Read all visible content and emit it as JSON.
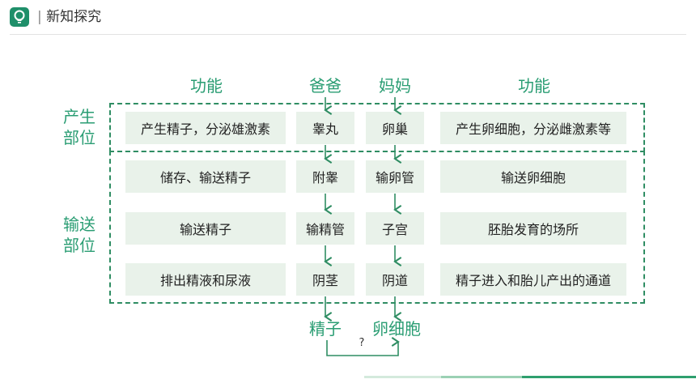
{
  "header": {
    "title": "新知探究",
    "icon": "lightbulb-icon"
  },
  "columns": {
    "left_function": "功能",
    "father": "爸爸",
    "mother": "妈妈",
    "right_function": "功能"
  },
  "sections": {
    "produce": "产生部位",
    "transport": "输送部位"
  },
  "rows": [
    {
      "male_function": "产生精子，分泌雄激素",
      "male_organ": "睾丸",
      "female_organ": "卵巢",
      "female_function": "产生卵细胞，分泌雌激素等"
    },
    {
      "male_function": "储存、输送精子",
      "male_organ": "附睾",
      "female_organ": "输卵管",
      "female_function": "输送卵细胞"
    },
    {
      "male_function": "输送精子",
      "male_organ": "输精管",
      "female_organ": "子宫",
      "female_function": "胚胎发育的场所"
    },
    {
      "male_function": "排出精液和尿液",
      "male_organ": "阴茎",
      "female_organ": "阴道",
      "female_function": "精子进入和胎儿产出的通道"
    }
  ],
  "outputs": {
    "male": "精子",
    "female": "卵细胞",
    "question": "?"
  },
  "colors": {
    "accent": "#2a9d73",
    "box_fill": "#e9f2ea",
    "dash": "#2f8d63"
  }
}
